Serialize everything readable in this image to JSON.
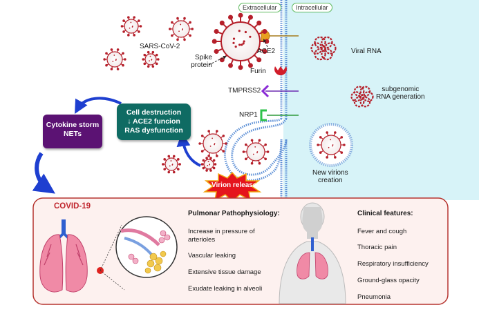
{
  "labels": {
    "extracellular": "Extracellular",
    "intracellular": "Intracellular",
    "sars_cov_2": "SARS-CoV-2",
    "ace2": "ACE2",
    "spike_protein_line1": "Spike",
    "spike_protein_line2": "protein",
    "viral_rna": "Viral RNA",
    "furin": "Furin",
    "tmprss2": "TMPRSS2",
    "nrp1": "NRP1",
    "subgenomic_line1": "subgenomic",
    "subgenomic_line2": "RNA generation",
    "new_virions_line1": "New virions",
    "new_virions_line2": "creation",
    "virion_release": "Virion release"
  },
  "cell_destruction_box": {
    "line1": "Cell destruction",
    "line2": "↓ ACE2 funcion",
    "line3": "RAS dysfunction"
  },
  "cytokine_box": {
    "line1": "Cytokine storm",
    "line2": "NETs"
  },
  "covid_panel": {
    "title": "COVID-19",
    "pulmonar": {
      "heading": "Pulmonar Pathophysiology:",
      "items": [
        "Increase in pressure of",
        "arterioles",
        "Vascular leaking",
        "Extensive tissue damage",
        "Exudate leaking in alveoli"
      ]
    },
    "clinical": {
      "heading": "Clinical features:",
      "items": [
        "Fever and cough",
        "Thoracic pain",
        "Respiratory insufficiency",
        "Ground-glass opacity",
        "Pneumonia"
      ]
    }
  },
  "colors": {
    "intracellular_bg": "#d7f3f8",
    "membrane": "#5c8fd6",
    "virus": "#b51f2a",
    "teal_box": "#0f6b63",
    "purple_box": "#5b1273",
    "arrow_blue": "#1e3fd0",
    "panel_border": "#b5332e",
    "panel_bg": "#fdf1ef"
  }
}
